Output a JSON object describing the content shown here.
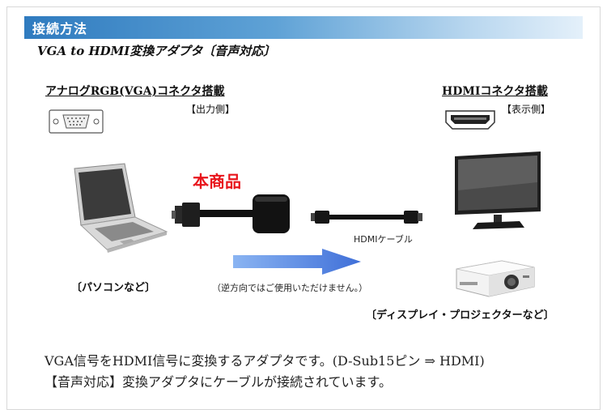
{
  "header": {
    "title": "接続方法"
  },
  "subtitle": "VGA to HDMI変換アダプタ〔音声対応〕",
  "left": {
    "connector_label": "アナログRGB(VGA)コネクタ搭載",
    "side_label": "【出力側】",
    "device_label": "〔パソコンなど〕"
  },
  "right": {
    "connector_label": "HDMIコネクタ搭載",
    "side_label": "【表示側】",
    "device_label": "〔ディスプレイ・プロジェクターなど〕"
  },
  "center": {
    "product_label": "本商品",
    "cable_label": "HDMIケーブル",
    "note": "（逆方向ではご使用いただけません。）"
  },
  "description": {
    "line1": "VGA信号をHDMI信号に変換するアダプタです。(D-Sub15ピン ⇒ HDMI)",
    "line2": "【音声対応】変換アダプタにケーブルが接続されています。"
  },
  "colors": {
    "header_blue": "#2f7bbf",
    "product_red": "#e8141b",
    "arrow_blue": "#4a7fe0"
  },
  "icons": [
    "vga-port-icon",
    "hdmi-port-icon",
    "laptop-icon",
    "vga-adapter-icon",
    "hdmi-cable-icon",
    "monitor-icon",
    "projector-icon",
    "direction-arrow-icon"
  ]
}
